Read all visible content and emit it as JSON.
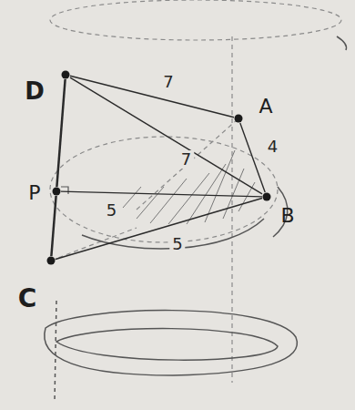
{
  "diagram": {
    "nodes": [
      {
        "text": [
          "D"
        ]
      },
      {
        "text": [
          "A"
        ]
      },
      {
        "text": [
          "P"
        ]
      },
      {
        "text": [
          "B"
        ]
      },
      {
        "text": [
          "C"
        ]
      }
    ],
    "edges": [
      {
        "from": 0,
        "to": 1,
        "arrow": "none",
        "label": "7"
      },
      {
        "from": 0,
        "to": 2,
        "arrow": "none"
      },
      {
        "from": 2,
        "to": 4,
        "arrow": "none"
      },
      {
        "from": 0,
        "to": 3,
        "arrow": "none",
        "label": "7"
      },
      {
        "from": 1,
        "to": 3,
        "arrow": "none",
        "label": "4"
      },
      {
        "from": 2,
        "to": 3,
        "arrow": "none",
        "label": "5"
      },
      {
        "from": 4,
        "to": 3,
        "arrow": "none"
      }
    ],
    "labels": [
      "5"
    ]
  }
}
